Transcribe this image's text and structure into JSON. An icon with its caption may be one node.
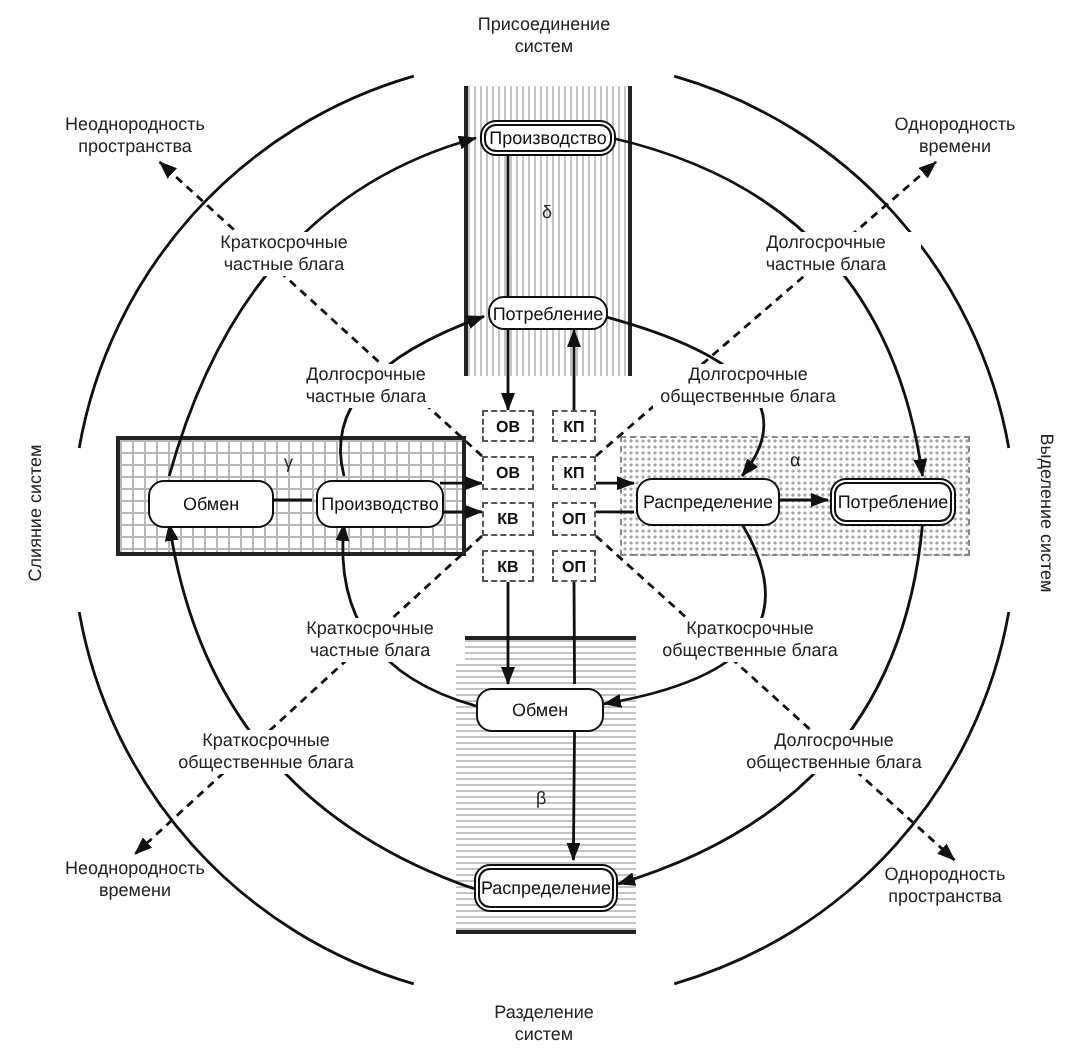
{
  "diagram": {
    "nodes": [
      {
        "text": [
          "δ"
        ]
      },
      {
        "text": [
          "Производство"
        ],
        "in": 0
      },
      {
        "text": [
          "Потребление"
        ],
        "in": 0
      },
      {
        "text": [
          "γ"
        ]
      },
      {
        "text": [
          "Обмен"
        ],
        "in": 3
      },
      {
        "text": [
          "Производство"
        ],
        "in": 3
      },
      {
        "text": [
          "α"
        ]
      },
      {
        "text": [
          "Распределение"
        ],
        "in": 6
      },
      {
        "text": [
          "Потребление"
        ],
        "in": 6
      },
      {
        "text": [
          "β"
        ]
      },
      {
        "text": [
          "Обмен"
        ],
        "in": 9
      },
      {
        "text": [
          "Распределение"
        ],
        "in": 9
      },
      {
        "text": [
          "ОВ"
        ]
      },
      {
        "text": [
          "КП"
        ]
      },
      {
        "text": [
          "ОВ"
        ]
      },
      {
        "text": [
          "КП"
        ]
      },
      {
        "text": [
          "КВ"
        ]
      },
      {
        "text": [
          "ОП"
        ]
      },
      {
        "text": [
          "КВ"
        ]
      },
      {
        "text": [
          "ОП"
        ]
      },
      {
        "text": [
          "Неоднородность пространства"
        ]
      },
      {
        "text": [
          "Однородность времени"
        ]
      },
      {
        "text": [
          "Неоднородность времени"
        ]
      },
      {
        "text": [
          "Однородность пространства"
        ]
      }
    ],
    "edges": [
      {
        "from": 4,
        "to": 1,
        "arrow": "to",
        "label": "Краткосрочные частные блага"
      },
      {
        "from": 5,
        "to": 2,
        "arrow": "to",
        "label": "Долгосрочные частные блага"
      },
      {
        "from": 1,
        "to": 8,
        "arrow": "to",
        "label": "Долгосрочные частные блага"
      },
      {
        "from": 2,
        "to": 7,
        "arrow": "to",
        "label": "Долгосрочные общественные блага"
      },
      {
        "from": 7,
        "to": 10,
        "arrow": "to",
        "label": "Краткосрочные общественные блага"
      },
      {
        "from": 8,
        "to": 11,
        "arrow": "to",
        "label": "Долгосрочные общественные блага"
      },
      {
        "from": 10,
        "to": 5,
        "arrow": "to",
        "label": "Краткосрочные частные блага"
      },
      {
        "from": 11,
        "to": 4,
        "arrow": "to",
        "label": "Краткосрочные общественные блага"
      },
      {
        "from": 1,
        "to": 2,
        "arrow": "none"
      },
      {
        "from": 2,
        "to": 12,
        "arrow": "to"
      },
      {
        "from": 13,
        "to": 2,
        "arrow": "to"
      },
      {
        "from": 4,
        "to": 5,
        "arrow": "none"
      },
      {
        "from": 5,
        "to": 14,
        "arrow": "to"
      },
      {
        "from": 5,
        "to": 16,
        "arrow": "to"
      },
      {
        "from": 15,
        "to": 7,
        "arrow": "to"
      },
      {
        "from": 7,
        "to": 17,
        "arrow": "none"
      },
      {
        "from": 7,
        "to": 8,
        "arrow": "to"
      },
      {
        "from": 18,
        "to": 10,
        "arrow": "to"
      },
      {
        "from": 19,
        "to": 10,
        "arrow": "none"
      },
      {
        "from": 10,
        "to": 11,
        "arrow": "to"
      },
      {
        "from": 14,
        "to": 20,
        "arrow": "to",
        "style": "dashed"
      },
      {
        "from": 15,
        "to": 21,
        "arrow": "to",
        "style": "dashed"
      },
      {
        "from": 16,
        "to": 22,
        "arrow": "to",
        "style": "dashed"
      },
      {
        "from": 17,
        "to": 23,
        "arrow": "to",
        "style": "dashed"
      }
    ],
    "labels": [
      "Присоединение систем",
      "Слияние систем",
      "Выделение систем",
      "Разделение систем"
    ]
  }
}
